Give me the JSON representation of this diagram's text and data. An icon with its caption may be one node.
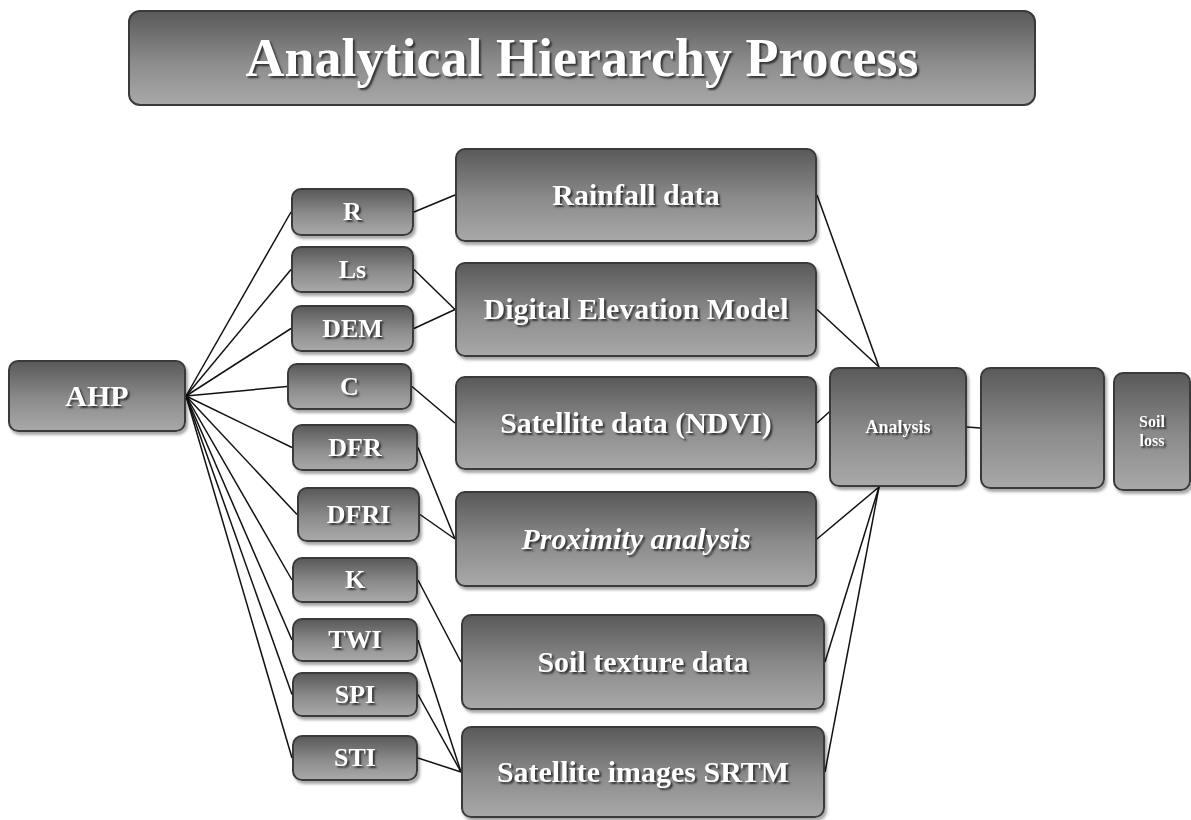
{
  "diagram": {
    "title": "Analytical Hierarchy Process",
    "nodes": [
      {
        "text": [
          "AHP"
        ]
      },
      {
        "text": [
          "R"
        ]
      },
      {
        "text": [
          "Ls"
        ]
      },
      {
        "text": [
          "DEM"
        ]
      },
      {
        "text": [
          "C"
        ]
      },
      {
        "text": [
          "DFR"
        ]
      },
      {
        "text": [
          "DFRI"
        ]
      },
      {
        "text": [
          "K"
        ]
      },
      {
        "text": [
          "TWI"
        ]
      },
      {
        "text": [
          "SPI"
        ]
      },
      {
        "text": [
          "STI"
        ]
      },
      {
        "text": [
          "Rainfall data"
        ]
      },
      {
        "text": [
          "Digital Elevation Model"
        ]
      },
      {
        "text": [
          "Satellite data (NDVI)"
        ]
      },
      {
        "text": [
          "Proximity analysis"
        ]
      },
      {
        "text": [
          "Soil texture data"
        ]
      },
      {
        "text": [
          "Satellite images SRTM"
        ]
      },
      {
        "text": [
          "Analysis"
        ]
      },
      {
        "text": [],
        "shape": "box"
      },
      {
        "text": [
          "Soil loss"
        ]
      }
    ],
    "edges": [
      {
        "from": 0,
        "to": 1,
        "arrow": "none"
      },
      {
        "from": 0,
        "to": 2,
        "arrow": "none"
      },
      {
        "from": 0,
        "to": 3,
        "arrow": "none"
      },
      {
        "from": 0,
        "to": 4,
        "arrow": "none"
      },
      {
        "from": 0,
        "to": 5,
        "arrow": "none"
      },
      {
        "from": 0,
        "to": 6,
        "arrow": "none"
      },
      {
        "from": 0,
        "to": 7,
        "arrow": "none"
      },
      {
        "from": 0,
        "to": 8,
        "arrow": "none"
      },
      {
        "from": 0,
        "to": 9,
        "arrow": "none"
      },
      {
        "from": 0,
        "to": 10,
        "arrow": "none"
      },
      {
        "from": 1,
        "to": 11,
        "arrow": "none"
      },
      {
        "from": 2,
        "to": 12,
        "arrow": "none"
      },
      {
        "from": 3,
        "to": 12,
        "arrow": "none"
      },
      {
        "from": 4,
        "to": 13,
        "arrow": "none"
      },
      {
        "from": 5,
        "to": 14,
        "arrow": "none"
      },
      {
        "from": 6,
        "to": 14,
        "arrow": "none"
      },
      {
        "from": 7,
        "to": 15,
        "arrow": "none"
      },
      {
        "from": 8,
        "to": 16,
        "arrow": "none"
      },
      {
        "from": 9,
        "to": 16,
        "arrow": "none"
      },
      {
        "from": 10,
        "to": 16,
        "arrow": "none"
      },
      {
        "from": 11,
        "to": 17,
        "arrow": "none"
      },
      {
        "from": 12,
        "to": 17,
        "arrow": "none"
      },
      {
        "from": 13,
        "to": 17,
        "arrow": "none"
      },
      {
        "from": 14,
        "to": 17,
        "arrow": "none"
      },
      {
        "from": 15,
        "to": 17,
        "arrow": "none"
      },
      {
        "from": 16,
        "to": 17,
        "arrow": "none"
      },
      {
        "from": 17,
        "to": 18,
        "arrow": "none"
      }
    ]
  }
}
